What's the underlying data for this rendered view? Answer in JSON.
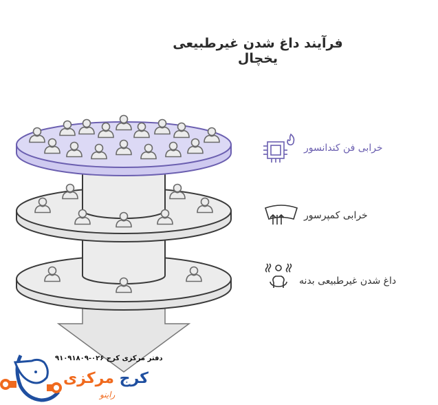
{
  "title": "فرآیند داغ شدن غیرطبیعی یخچال",
  "layers": [
    {
      "label": "خرابی فن کندانسور",
      "icon": "chip-flame-icon",
      "color": "#6b5fb0",
      "fill": "#dcd9f5",
      "highlighted": true
    },
    {
      "label": "خرابی کمپرسور",
      "icon": "windshield-defrost-icon",
      "color": "#333333",
      "fill": "#ececec",
      "highlighted": false
    },
    {
      "label": "داغ شدن غیرطبیعی بدنه",
      "icon": "person-heat-icon",
      "color": "#333333",
      "fill": "#ececec",
      "highlighted": false
    }
  ],
  "footer": {
    "phone_text": "دفتر مرکزی کرج  ۰۲۶-۹۱۰۹۱۸۰۹",
    "brand_part1": "کرج",
    "brand_part2": "مرکزی",
    "brand_sub": "راینو",
    "brand_blue": "#1f4fa0",
    "brand_orange": "#f06a1e"
  },
  "colors": {
    "accent": "#6b5fb0",
    "accent_fill": "#dcd9f5",
    "stroke": "#3a3a3a",
    "gray_fill": "#ececec"
  }
}
